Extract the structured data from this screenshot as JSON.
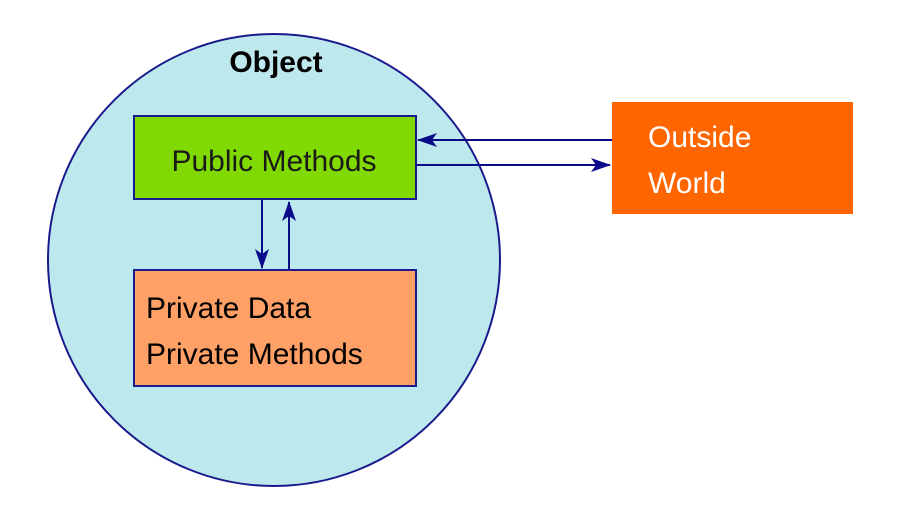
{
  "object": {
    "title": "Object",
    "fill": "#bde9ee",
    "stroke": "#1a1a8c"
  },
  "public_methods": {
    "label": "Public Methods",
    "fill": "#80d900",
    "stroke": "#1a1a8c"
  },
  "private": {
    "line1": "Private Data",
    "line2": "Private Methods",
    "fill": "#ffa066",
    "stroke": "#1a1a8c"
  },
  "outside_world": {
    "line1": "Outside",
    "line2": "World",
    "fill": "#ff6600",
    "text_color": "#ffffff"
  },
  "arrow_color": "#0b0b8a"
}
